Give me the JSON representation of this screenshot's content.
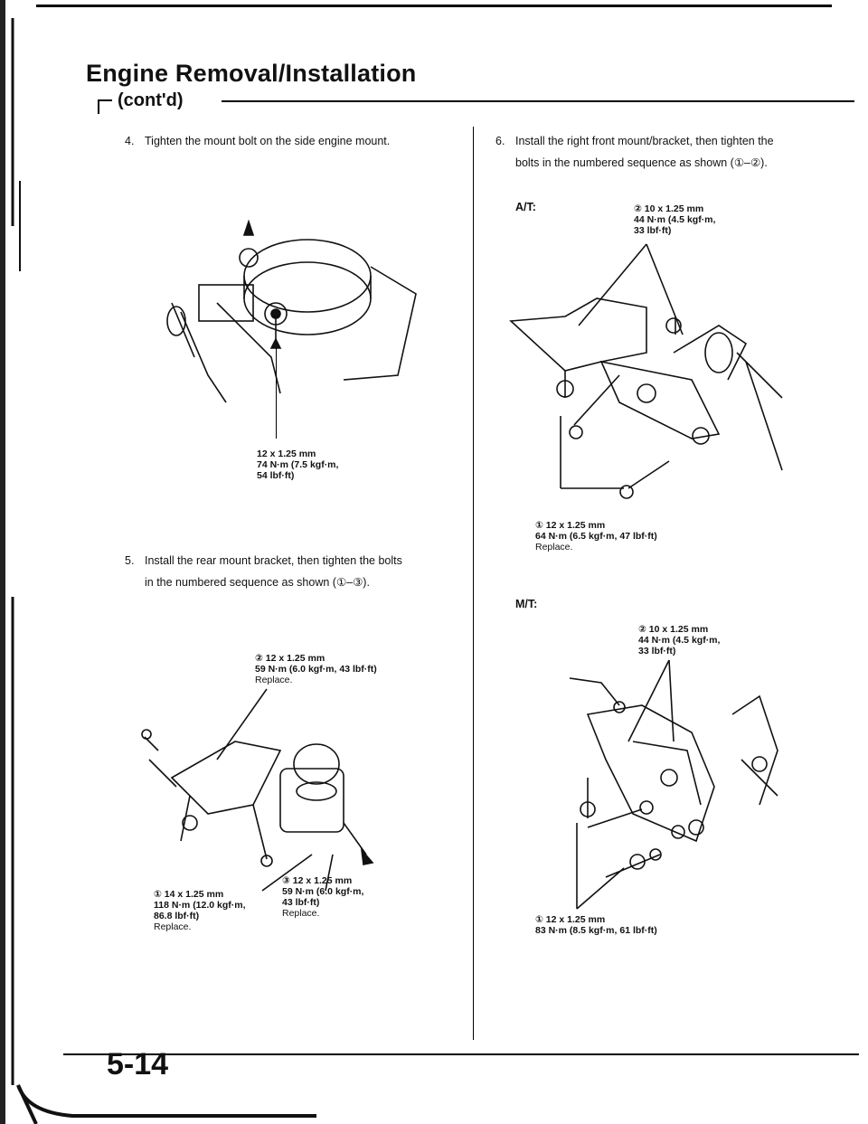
{
  "header": {
    "title": "Engine Removal/Installation",
    "subtitle": "(cont'd)"
  },
  "steps": {
    "step4": {
      "num": "4.",
      "text": "Tighten the mount bolt on the side engine mount."
    },
    "step5": {
      "num": "5.",
      "line1": "Install the rear mount bracket, then tighten the bolts",
      "line2": "in the numbered sequence as shown (①–③)."
    },
    "step6": {
      "num": "6.",
      "line1": "Install the right front mount/bracket, then tighten the",
      "line2": "bolts in the numbered sequence as shown (①–②)."
    }
  },
  "side_mount": {
    "bolt_line1": "12 x 1.25 mm",
    "bolt_line2": "74 N·m (7.5 kgf·m,",
    "bolt_line3": "54 lbf·ft)"
  },
  "rear_mount": {
    "b2_line1": "② 12 x 1.25 mm",
    "b2_line2": "59 N·m (6.0 kgf·m, 43 lbf·ft)",
    "b2_line3": "Replace.",
    "b1_line1": "① 14 x 1.25 mm",
    "b1_line2": "118 N·m (12.0 kgf·m,",
    "b1_line3": "86.8 lbf·ft)",
    "b1_line4": "Replace.",
    "b3_line1": "③ 12 x 1.25 mm",
    "b3_line2": "59 N·m (6.0 kgf·m,",
    "b3_line3": "43 lbf·ft)",
    "b3_line4": "Replace."
  },
  "at": {
    "label": "A/T:",
    "b2_line1": "② 10 x 1.25 mm",
    "b2_line2": "44 N·m (4.5 kgf·m,",
    "b2_line3": "33 lbf·ft)",
    "b1_line1": "① 12 x 1.25 mm",
    "b1_line2": "64 N·m (6.5 kgf·m, 47 lbf·ft)",
    "b1_line3": "Replace."
  },
  "mt": {
    "label": "M/T:",
    "b2_line1": "② 10 x 1.25 mm",
    "b2_line2": "44 N·m (4.5 kgf·m,",
    "b2_line3": "33 lbf·ft)",
    "b1_line1": "① 12 x 1.25 mm",
    "b1_line2": "83 N·m (8.5 kgf·m, 61 lbf·ft)"
  },
  "footer": {
    "page_number": "5-14"
  }
}
